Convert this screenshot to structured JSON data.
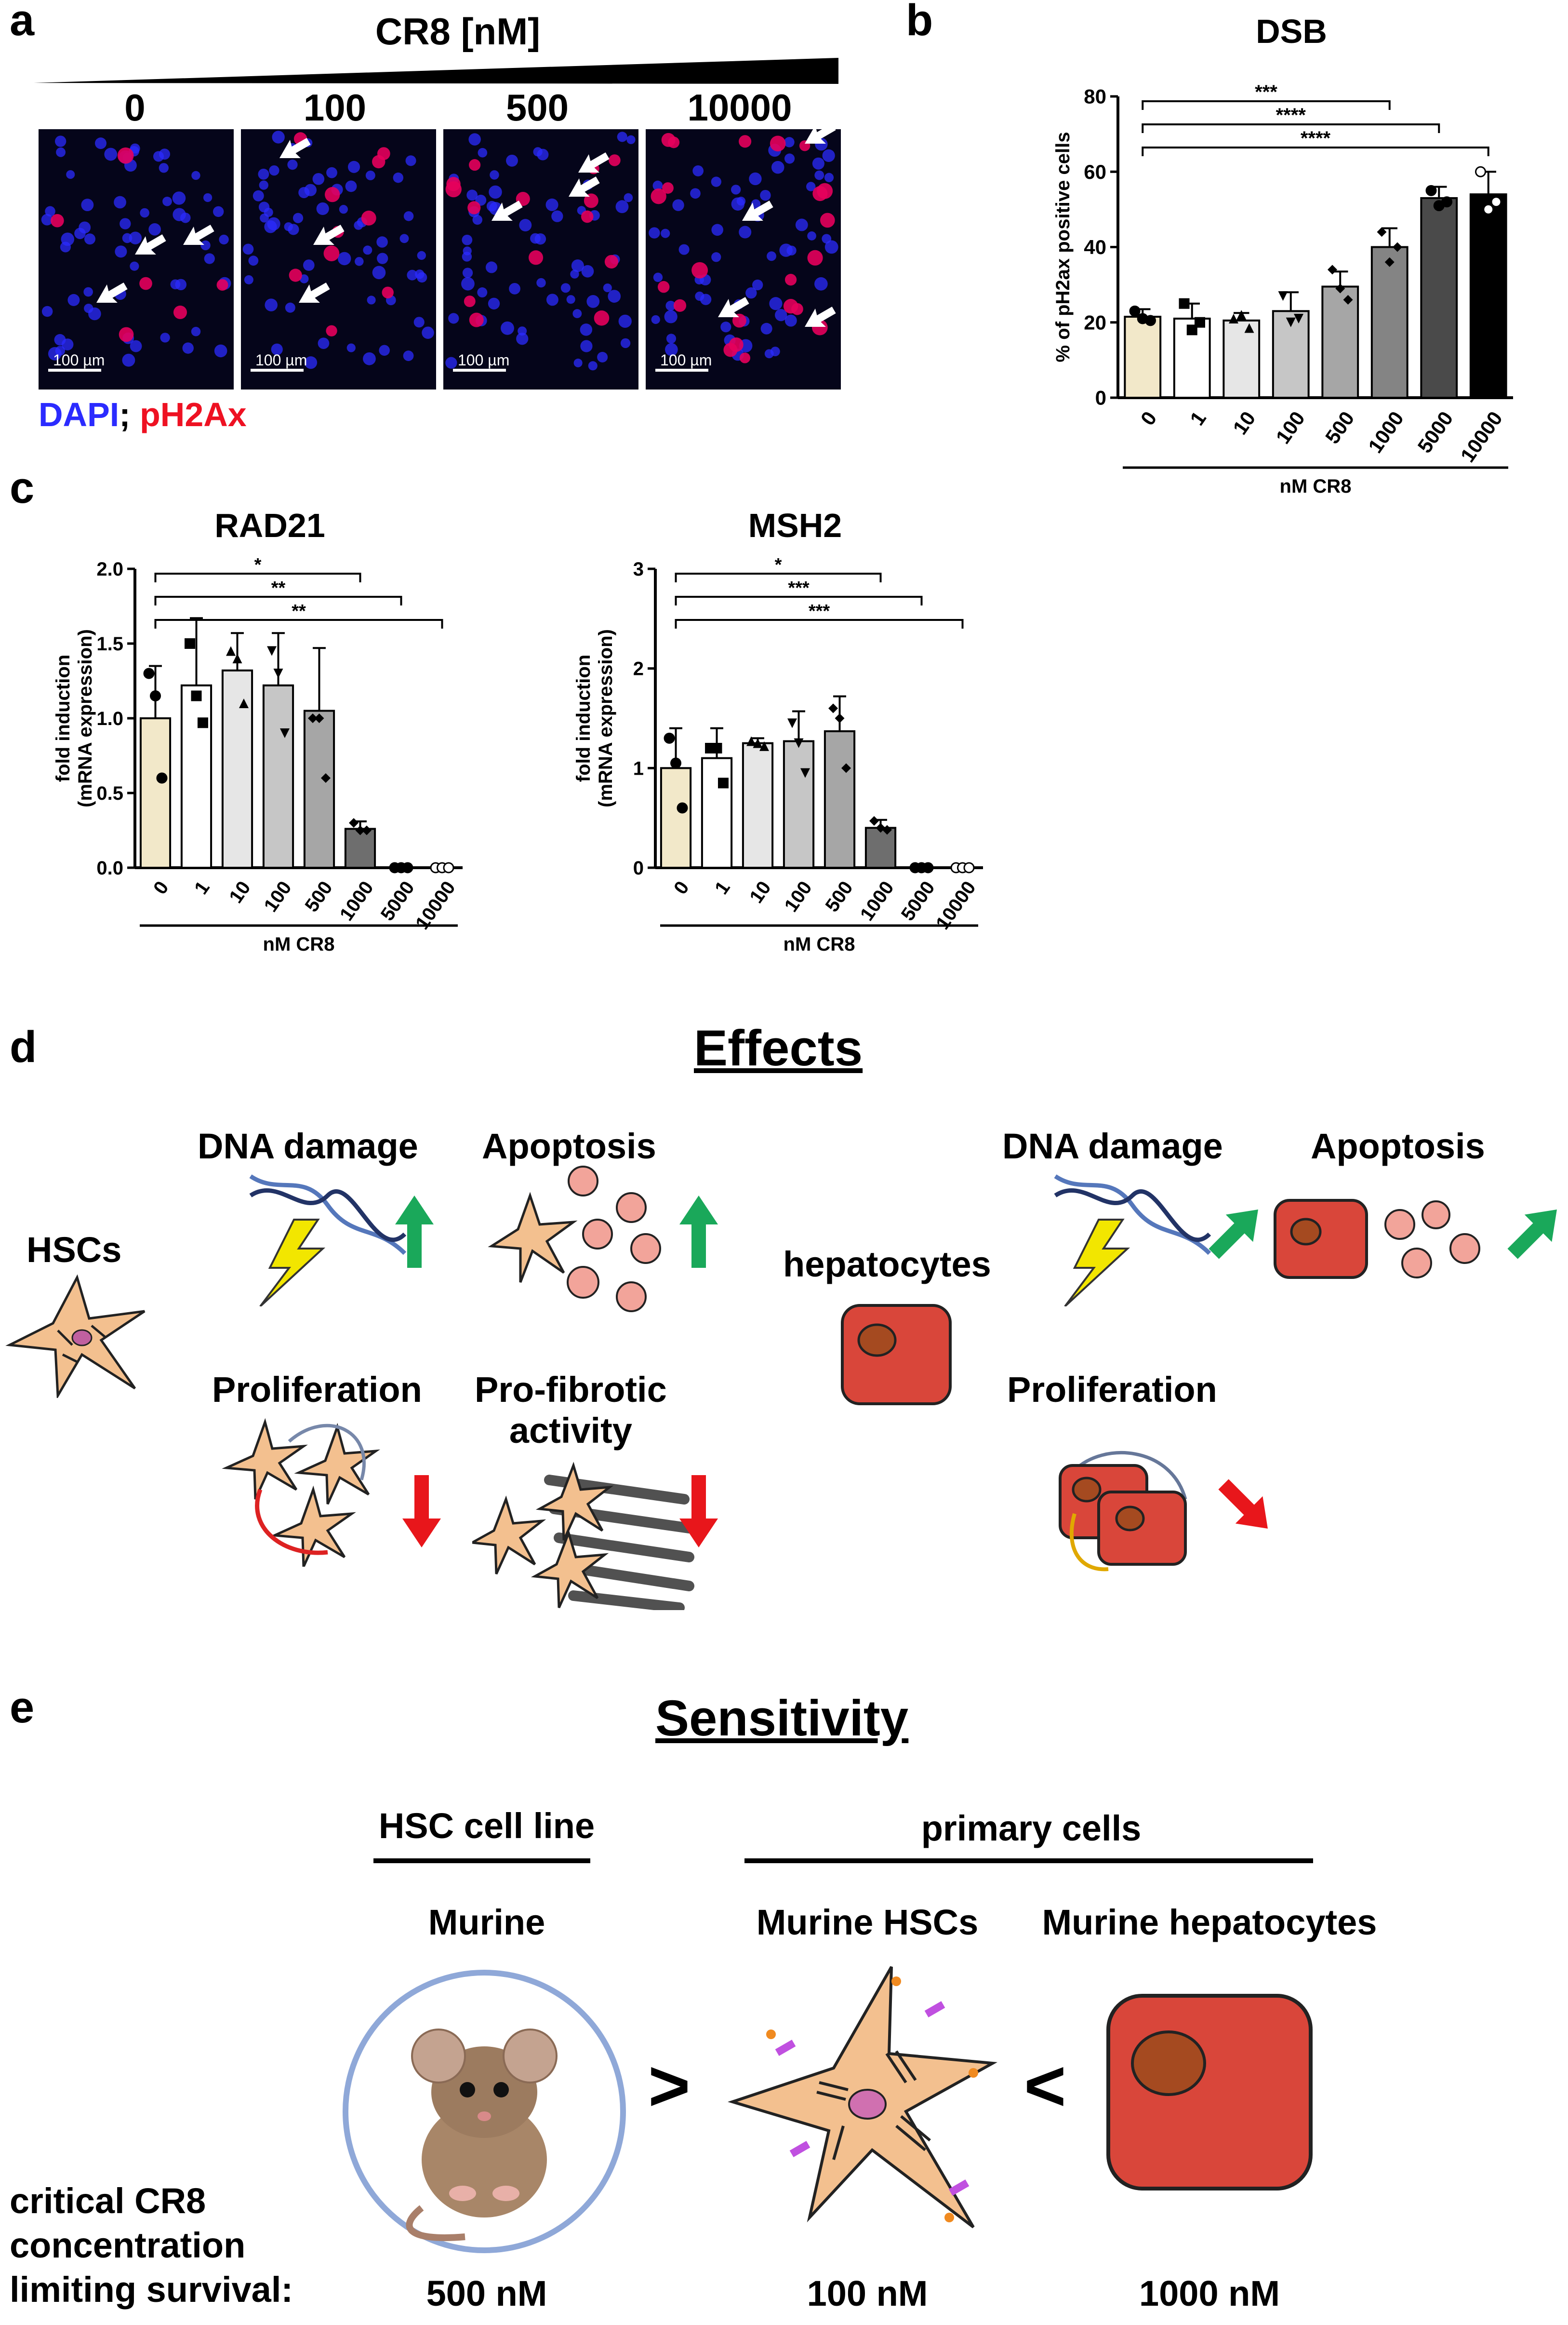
{
  "panel_labels": {
    "a": "a",
    "b": "b",
    "c": "c",
    "d": "d",
    "e": "e"
  },
  "panel_a": {
    "title": "CR8 [nM]",
    "doses": [
      "0",
      "100",
      "500",
      "10000"
    ],
    "scale_bar": "100 µm",
    "legend_dapi": "DAPI",
    "legend_sep": ";",
    "legend_ph2ax": "pH2Ax",
    "colors": {
      "dapi": "#2b2bff",
      "ph2ax": "#e6005c",
      "background": "#05051a"
    }
  },
  "chart_data": [
    {
      "id": "dsb",
      "type": "bar",
      "title": "DSB",
      "xlabel": "nM CR8",
      "ylabel": "% of pH2ax positive cells",
      "categories": [
        "0",
        "1",
        "10",
        "100",
        "500",
        "1000",
        "5000",
        "10000"
      ],
      "values": [
        21.5,
        21,
        20.5,
        23,
        29.5,
        40,
        53,
        54
      ],
      "errors": [
        2,
        4,
        2,
        5,
        4,
        5,
        3,
        6
      ],
      "points": [
        [
          23,
          21,
          20.5
        ],
        [
          25,
          18,
          20
        ],
        [
          21,
          22,
          18.5
        ],
        [
          27,
          20,
          21
        ],
        [
          34,
          29,
          26
        ],
        [
          44,
          36,
          40
        ],
        [
          55,
          51,
          52
        ],
        [
          60,
          50,
          52
        ]
      ],
      "ylim": [
        0,
        80
      ],
      "yticks": [
        0,
        20,
        40,
        60,
        80
      ],
      "bar_colors": [
        "#f2e8c9",
        "#ffffff",
        "#e6e6e6",
        "#c6c6c6",
        "#a6a6a6",
        "#848484",
        "#4a4a4a",
        "#000000"
      ],
      "significance": [
        {
          "from": "0",
          "to": "1000",
          "label": "***"
        },
        {
          "from": "0",
          "to": "5000",
          "label": "****"
        },
        {
          "from": "0",
          "to": "10000",
          "label": "****"
        }
      ]
    },
    {
      "id": "rad21",
      "type": "bar",
      "title": "RAD21",
      "xlabel": "nM CR8",
      "ylabel": "fold induction (mRNA expression)",
      "ylabel_lines": [
        "fold induction",
        "(mRNA expression)"
      ],
      "categories": [
        "0",
        "1",
        "10",
        "100",
        "500",
        "1000",
        "5000",
        "10000"
      ],
      "values": [
        1.0,
        1.22,
        1.32,
        1.22,
        1.05,
        0.26,
        0.0,
        0.0
      ],
      "errors": [
        0.35,
        0.45,
        0.25,
        0.35,
        0.42,
        0.05,
        0,
        0
      ],
      "points": [
        [
          1.3,
          1.15,
          0.6
        ],
        [
          1.5,
          1.15,
          0.97
        ],
        [
          1.45,
          1.4,
          1.1
        ],
        [
          1.45,
          1.3,
          0.9
        ],
        [
          1.0,
          1.0,
          0.6
        ],
        [
          0.3,
          0.25,
          0.25
        ],
        [
          0,
          0,
          0
        ],
        [
          0,
          0,
          0
        ]
      ],
      "ylim": [
        0,
        2.0
      ],
      "yticks": [
        "0.0",
        "0.5",
        "1.0",
        "1.5",
        "2.0"
      ],
      "bar_colors": [
        "#f2e8c9",
        "#ffffff",
        "#e6e6e6",
        "#c6c6c6",
        "#a6a6a6",
        "#6e6e6e",
        "#3a3a3a",
        "#000000"
      ],
      "significance": [
        {
          "from": "0",
          "to": "1000",
          "label": "*"
        },
        {
          "from": "0",
          "to": "5000",
          "label": "**"
        },
        {
          "from": "0",
          "to": "10000",
          "label": "**"
        }
      ]
    },
    {
      "id": "msh2",
      "type": "bar",
      "title": "MSH2",
      "xlabel": "nM CR8",
      "ylabel": "fold induction (mRNA expression)",
      "ylabel_lines": [
        "fold induction",
        "(mRNA expression)"
      ],
      "categories": [
        "0",
        "1",
        "10",
        "100",
        "500",
        "1000",
        "5000",
        "10000"
      ],
      "values": [
        1.0,
        1.1,
        1.25,
        1.27,
        1.37,
        0.4,
        0.0,
        0.0
      ],
      "errors": [
        0.4,
        0.3,
        0.05,
        0.3,
        0.35,
        0.08,
        0,
        0
      ],
      "points": [
        [
          1.3,
          1.05,
          0.6
        ],
        [
          1.2,
          1.2,
          0.85
        ],
        [
          1.27,
          1.25,
          1.22
        ],
        [
          1.45,
          1.25,
          0.95
        ],
        [
          1.6,
          1.5,
          1.0
        ],
        [
          0.47,
          0.4,
          0.38
        ],
        [
          0,
          0,
          0
        ],
        [
          0,
          0,
          0
        ]
      ],
      "ylim": [
        0,
        3
      ],
      "yticks": [
        "0",
        "1",
        "2",
        "3"
      ],
      "bar_colors": [
        "#f2e8c9",
        "#ffffff",
        "#e6e6e6",
        "#c6c6c6",
        "#a6a6a6",
        "#6e6e6e",
        "#3a3a3a",
        "#000000"
      ],
      "significance": [
        {
          "from": "0",
          "to": "1000",
          "label": "*"
        },
        {
          "from": "0",
          "to": "5000",
          "label": "***"
        },
        {
          "from": "0",
          "to": "10000",
          "label": "***"
        }
      ]
    }
  ],
  "panel_d": {
    "title": "Effects",
    "hsc_label": "HSCs",
    "hsc_dna_damage": "DNA damage",
    "hsc_apoptosis": "Apoptosis",
    "hsc_proliferation": "Proliferation",
    "hsc_profibrotic_1": "Pro-fibrotic",
    "hsc_profibrotic_2": "activity",
    "hep_label": "hepatocytes",
    "hep_dna_damage": "DNA damage",
    "hep_apoptosis": "Apoptosis",
    "hep_proliferation": "Proliferation",
    "colors": {
      "up": "#1aa85a",
      "down": "#e8161b",
      "hsc_fill": "#f3c08f",
      "hep_fill": "#d9463a"
    }
  },
  "panel_e": {
    "title": "Sensitivity",
    "hsc_cell_line": "HSC cell line",
    "primary_cells": "primary cells",
    "murine": "Murine",
    "murine_hscs": "Murine HSCs",
    "murine_hepatocytes": "Murine hepatocytes",
    "greater": ">",
    "less": "<",
    "critical_1": "critical CR8",
    "critical_2": "concentration",
    "critical_3": "limiting survival:",
    "value_murine": "500 nM",
    "value_hscs": "100 nM",
    "value_hepatocytes": "1000 nM"
  }
}
